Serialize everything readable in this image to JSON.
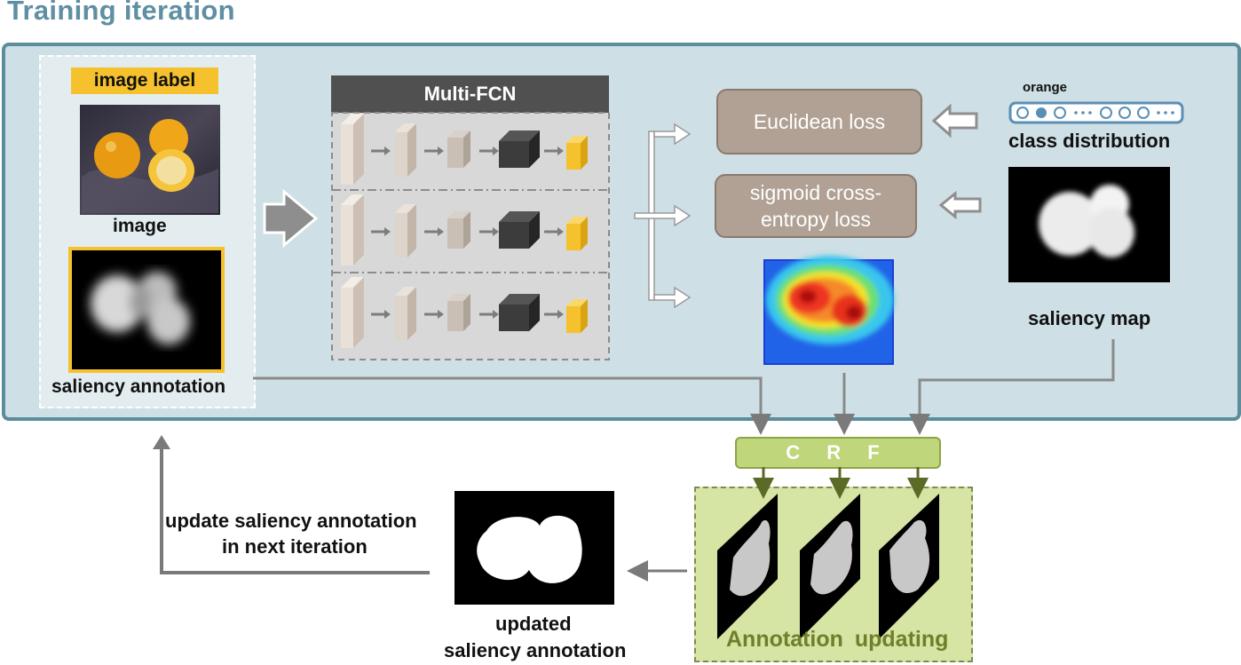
{
  "title": "Training iteration",
  "left": {
    "image_label": "image label",
    "image": "image",
    "saliency_annotation": "saliency annotation"
  },
  "network": {
    "title": "Multi-FCN"
  },
  "losses": {
    "euclidean": "Euclidean loss",
    "sigmoid_line1": "sigmoid cross-",
    "sigmoid_line2": "entropy loss"
  },
  "right": {
    "orange": "orange",
    "class_distribution": "class distribution",
    "saliency_map": "saliency map"
  },
  "crf": "C R F",
  "annotation_updating": "Annotation updating",
  "bottom": {
    "updated_line1": "updated",
    "updated_line2": "saliency annotation",
    "update_line1": "update saliency annotation",
    "update_line2": "in next iteration"
  },
  "colors": {
    "title": "#5f8fa3",
    "panel_fill": "#cedfe5",
    "panel_border": "#5c8d9c",
    "label_yellow": "#f5c12d",
    "loss_box": "#b0a194",
    "crf_green": "#bfd67a",
    "annotation_area": "#d6e4a4"
  }
}
